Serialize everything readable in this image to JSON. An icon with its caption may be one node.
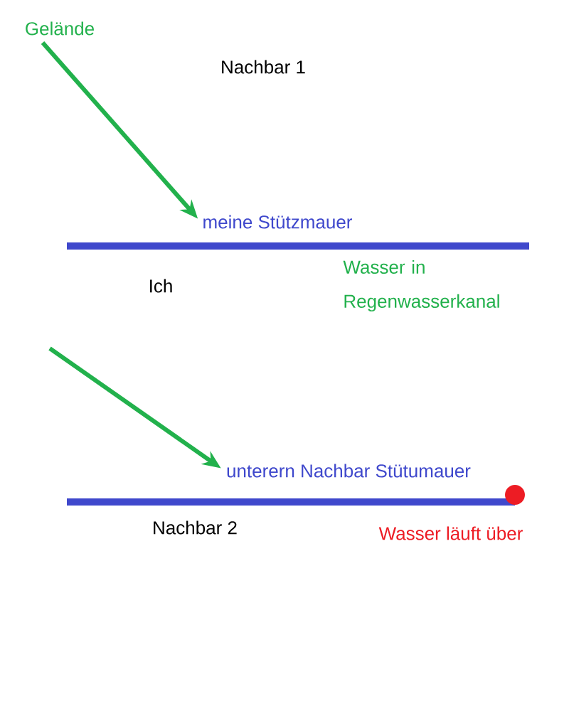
{
  "diagram": {
    "nodes": [
      {
        "text": [
          "Gelände"
        ]
      },
      {
        "text": [
          "meine Stützmauer"
        ]
      },
      {
        "text": [
          "unterern Nachbar Stütumauer"
        ]
      }
    ],
    "edges": [
      {
        "from": 0,
        "to": 1,
        "arrow": "to"
      },
      {
        "from": null,
        "to": 2,
        "arrow": "to"
      }
    ],
    "labels": [
      "Nachbar 1",
      "Ich",
      "Wasser in Regenwasserkanal",
      "Nachbar 2",
      "Wasser läuft über"
    ]
  }
}
